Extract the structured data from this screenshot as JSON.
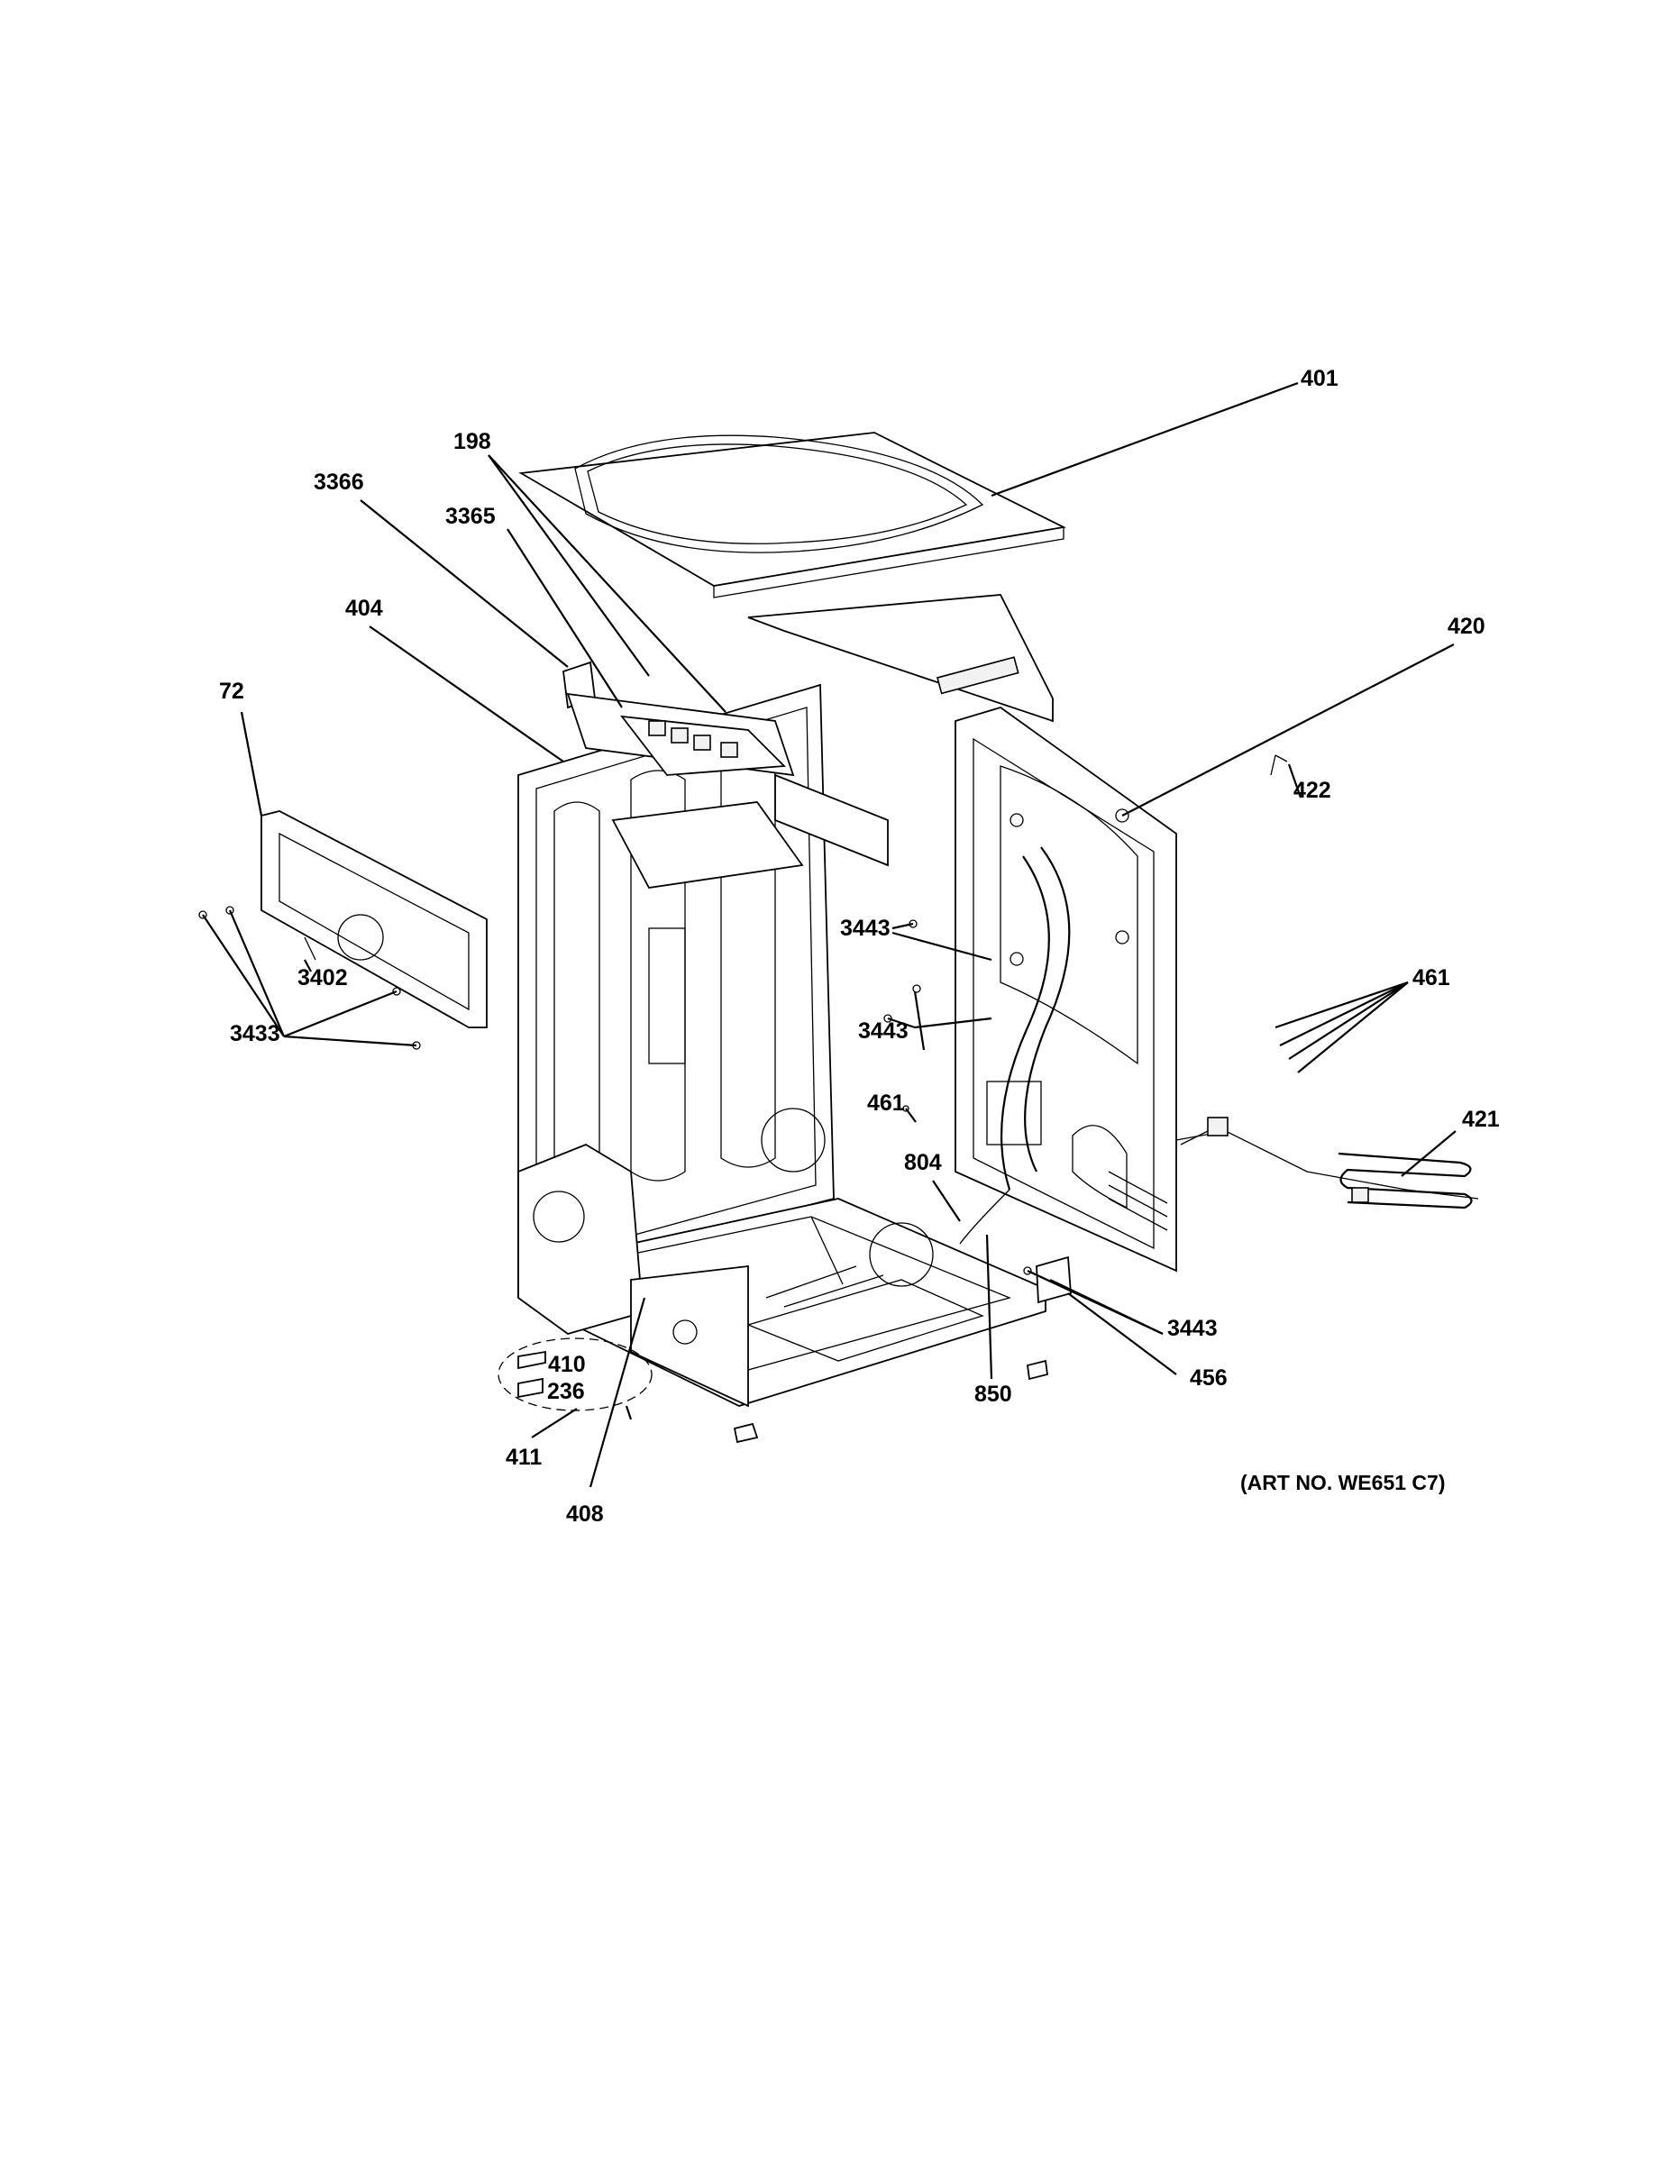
{
  "diagram": {
    "art_number": "(ART NO. WE651 C7)",
    "labels": {
      "p401": "401",
      "p198": "198",
      "p3366": "3366",
      "p3365": "3365",
      "p404": "404",
      "p420": "420",
      "p72": "72",
      "p422": "422",
      "p3443a": "3443",
      "p461a": "461",
      "p3402": "3402",
      "p3433": "3433",
      "p3443b": "3443",
      "p461b": "461",
      "p421": "421",
      "p804": "804",
      "p3443c": "3443",
      "p410": "410",
      "p236": "236",
      "p456": "456",
      "p850": "850",
      "p411": "411",
      "p408": "408"
    }
  }
}
